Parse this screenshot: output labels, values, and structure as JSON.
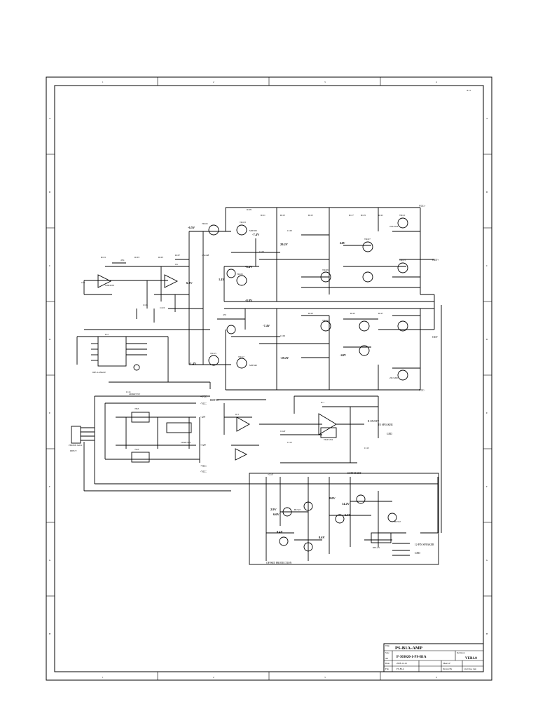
{
  "drawing": {
    "sheet_code": "A1/1",
    "column_marks": [
      "1",
      "2",
      "3",
      "4"
    ],
    "row_marks": [
      "A",
      "B",
      "C",
      "D",
      "E",
      "F",
      "G",
      "H"
    ]
  },
  "title_block": {
    "title": "PS-B1A-AMP",
    "drawing_number": "P-303020-1-PS-B1A",
    "revision": "VER1.0",
    "labels": {
      "title": "Title",
      "size": "Size",
      "revision": "Revision",
      "date": "Date",
      "file": "File",
      "sheet": "Sheet of",
      "drawn": "Drawn By"
    },
    "size": "A4",
    "date": "2008-12-16",
    "file": "PS-B1A",
    "drawn_by": "Liu Chao Lun"
  },
  "schematic": {
    "voltage_labels": [
      {
        "text": "-6.5V"
      },
      {
        "text": "6.2V"
      },
      {
        "text": "-8.4V"
      },
      {
        "text": "-8.8V"
      },
      {
        "text": "29.2V"
      },
      {
        "text": "-7.4V"
      },
      {
        "text": "-29.2V"
      },
      {
        "text": "-7.4V"
      },
      {
        "text": "1.4V"
      },
      {
        "text": "-1.4V"
      },
      {
        "text": "-24V"
      },
      {
        "text": "24V"
      },
      {
        "text": "6.6V"
      },
      {
        "text": "8.0V"
      },
      {
        "text": "14.2V"
      },
      {
        "text": "6.4V"
      },
      {
        "text": "2.9V"
      },
      {
        "text": "0.4V"
      },
      {
        "text": "8.6V"
      }
    ],
    "net_labels": [
      {
        "text": "VCC+"
      },
      {
        "text": "OUT+"
      },
      {
        "text": "OUT-"
      },
      {
        "text": "VCC-"
      },
      {
        "text": "+VCC"
      },
      {
        "text": "-VCC"
      },
      {
        "text": "-12V"
      },
      {
        "text": "+12V"
      },
      {
        "text": "-VCC"
      },
      {
        "text": "-VCC"
      },
      {
        "text": "SOFTSTART"
      },
      {
        "text": "OFFSET PROTECTION"
      },
      {
        "text": "RMTIN"
      },
      {
        "text": "+15V"
      },
      {
        "text": "IN SPEAKER"
      },
      {
        "text": "R ON/OFF"
      },
      {
        "text": "GND"
      },
      {
        "text": "12-PIN SPEAKER"
      },
      {
        "text": "GND"
      }
    ],
    "component_labels": [
      {
        "text": "TR101"
      },
      {
        "text": "TR103"
      },
      {
        "text": "TR105"
      },
      {
        "text": "TR107"
      },
      {
        "text": "TR109"
      },
      {
        "text": "TR111"
      },
      {
        "text": "TR113"
      },
      {
        "text": "TR115"
      },
      {
        "text": "TR117"
      },
      {
        "text": "TR119"
      },
      {
        "text": "IC1"
      },
      {
        "text": "IC2"
      },
      {
        "text": "IC3"
      },
      {
        "text": "R101"
      },
      {
        "text": "R103"
      },
      {
        "text": "R105"
      },
      {
        "text": "R107"
      },
      {
        "text": "R109"
      },
      {
        "text": "R111"
      },
      {
        "text": "R113"
      },
      {
        "text": "R115"
      },
      {
        "text": "R117"
      },
      {
        "text": "R119"
      },
      {
        "text": "R121"
      },
      {
        "text": "R123"
      },
      {
        "text": "R125"
      },
      {
        "text": "R127"
      },
      {
        "text": "C101"
      },
      {
        "text": "C103"
      },
      {
        "text": "C105"
      },
      {
        "text": "C107"
      },
      {
        "text": "C109"
      },
      {
        "text": "C111"
      },
      {
        "text": "C113"
      },
      {
        "text": "C115"
      },
      {
        "text": "2SA1943"
      },
      {
        "text": "2SC5200"
      },
      {
        "text": "MJE350"
      },
      {
        "text": "MJE340"
      },
      {
        "text": "NJM4558"
      },
      {
        "text": "TDA7294"
      },
      {
        "text": "7815"
      },
      {
        "text": "7915"
      },
      {
        "text": "BC547"
      },
      {
        "text": "BC557"
      },
      {
        "text": "1N4148"
      },
      {
        "text": "47K"
      },
      {
        "text": "10K"
      },
      {
        "text": "100uF/50V"
      },
      {
        "text": "2200uF/35V"
      },
      {
        "text": "0.1uF"
      },
      {
        "text": "RELAY"
      },
      {
        "text": "DIP-4 ANGLE"
      },
      {
        "text": "PHONE JACK"
      },
      {
        "text": "INPUT"
      },
      {
        "text": "470"
      },
      {
        "text": "1K"
      }
    ]
  }
}
